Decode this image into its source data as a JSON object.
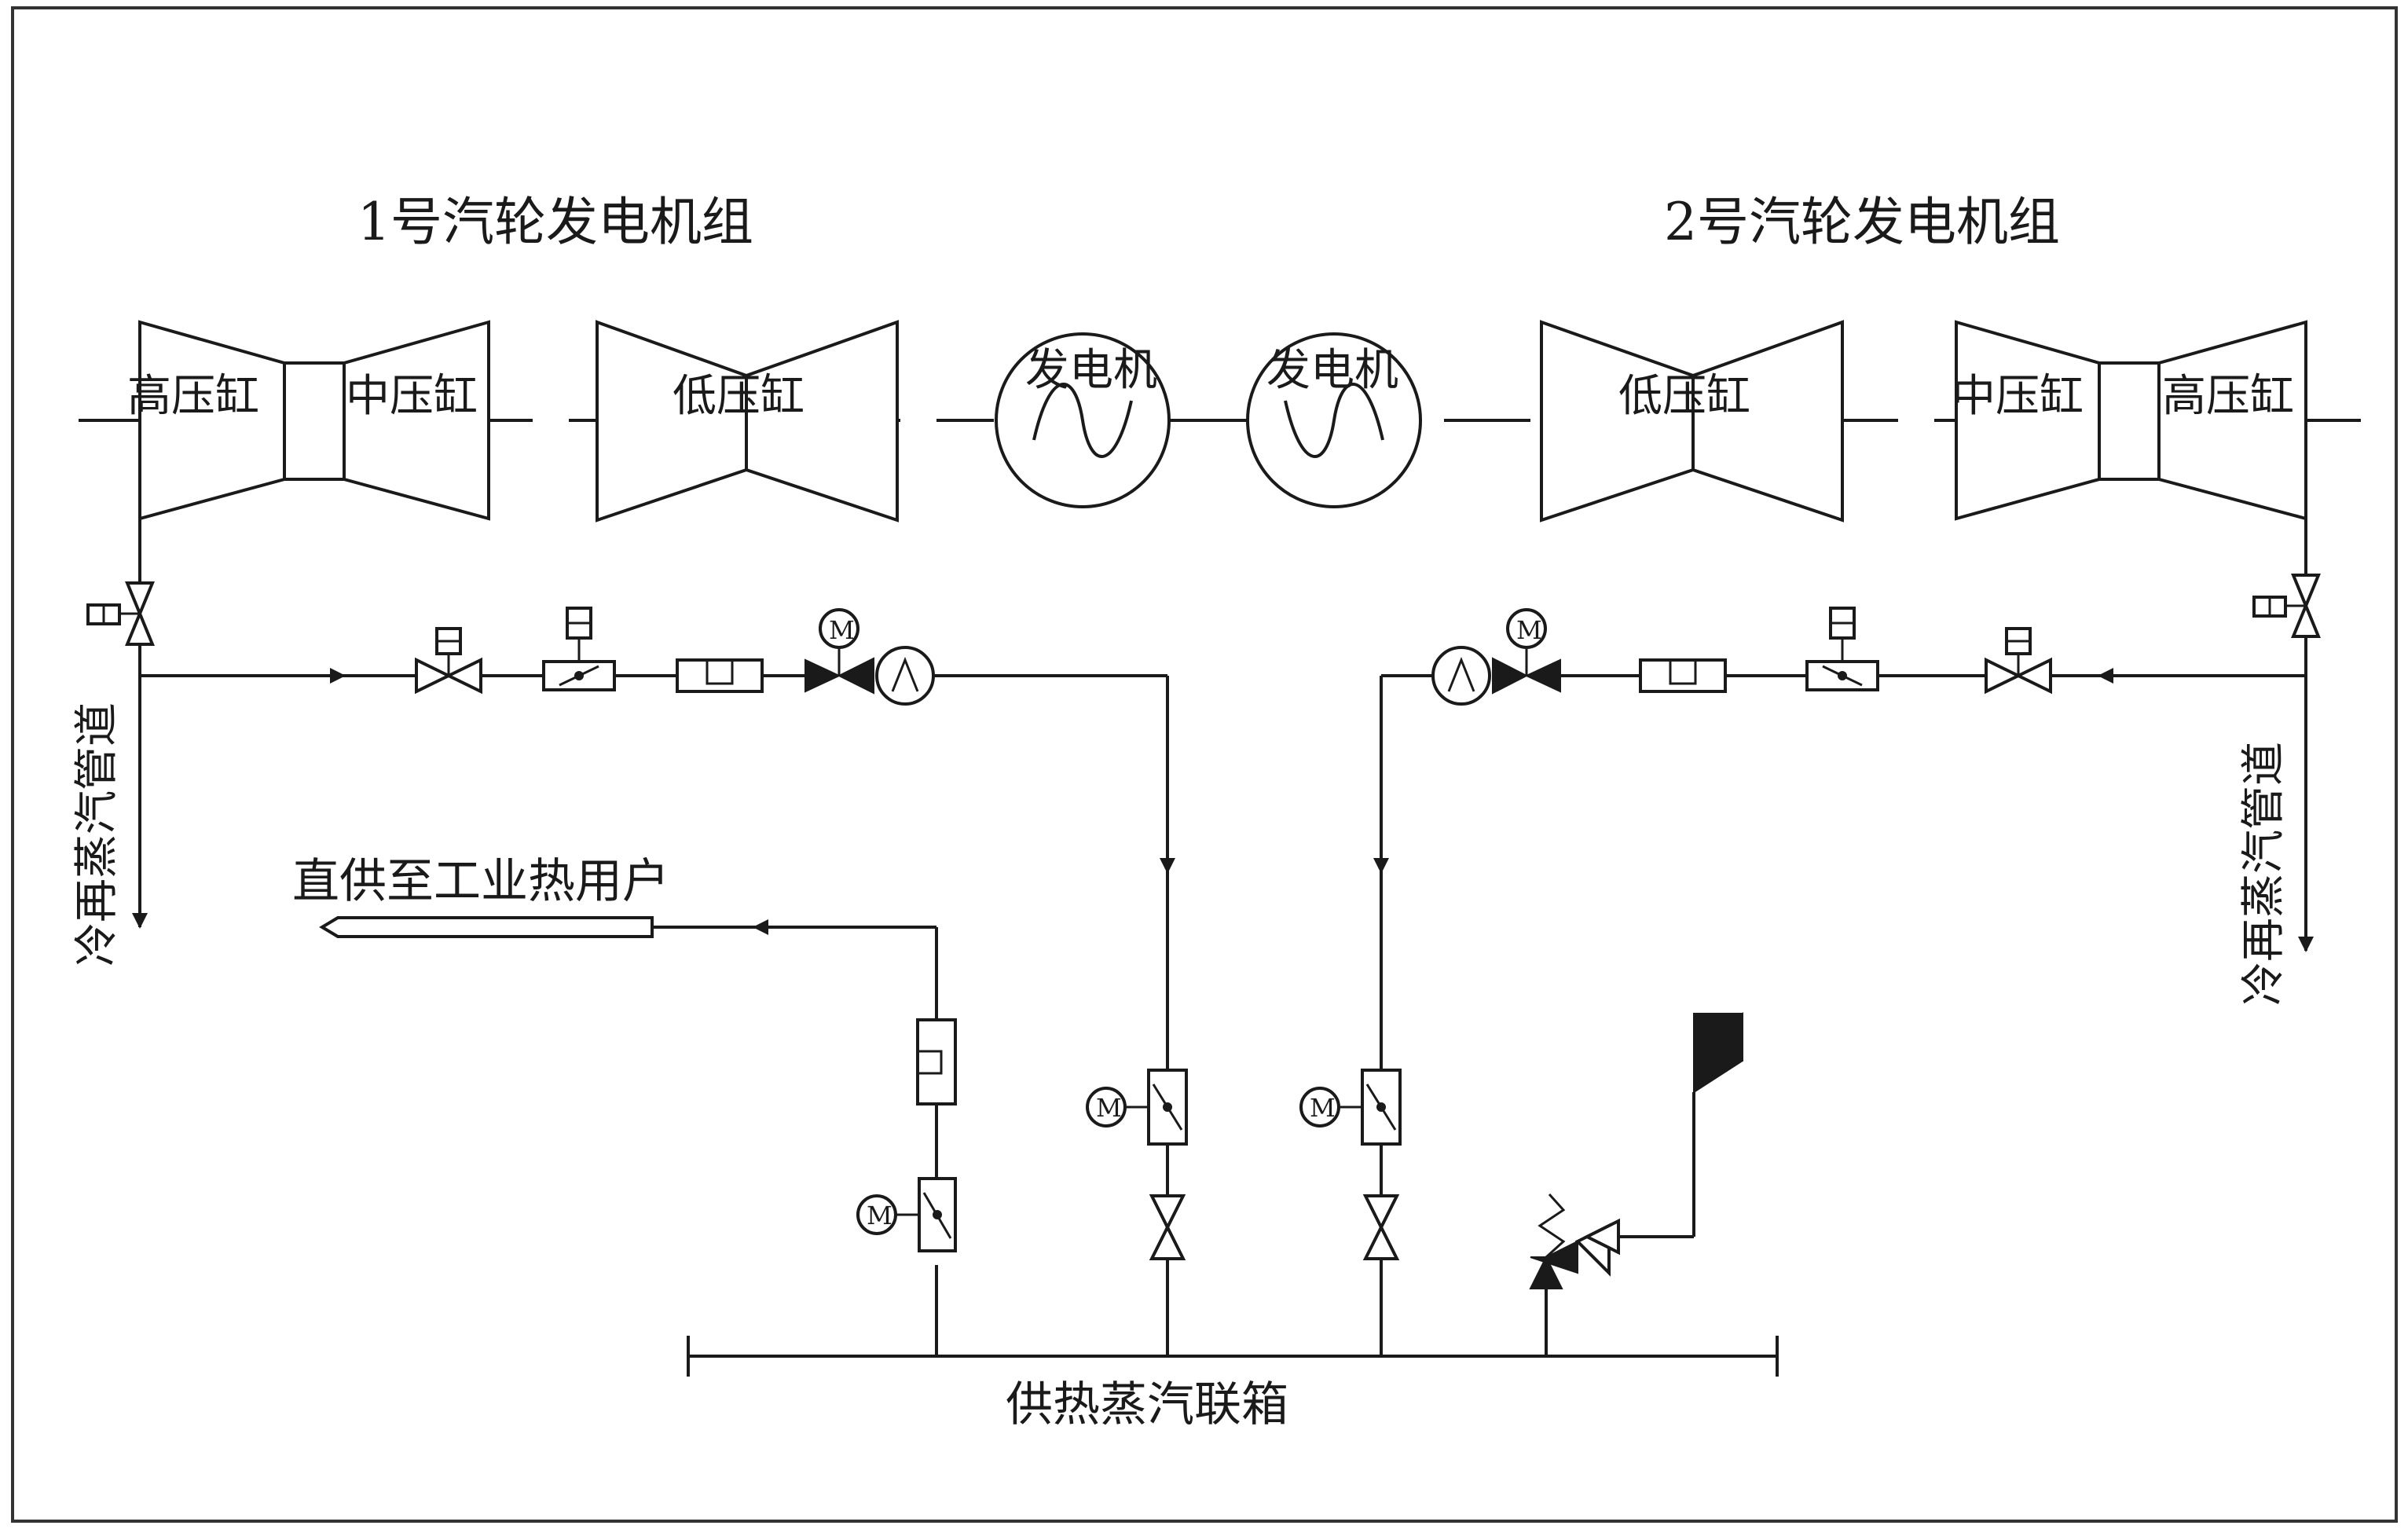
{
  "unit1": {
    "title": "1号汽轮发电机组",
    "hp": "高压缸",
    "ip": "中压缸",
    "lp": "低压缸",
    "gen": "发电机"
  },
  "unit2": {
    "title": "2号汽轮发电机组",
    "hp": "高压缸",
    "ip": "中压缸",
    "lp": "低压缸",
    "gen": "发电机"
  },
  "cold_reheat_left": "冷再蒸汽管道",
  "cold_reheat_right": "冷再蒸汽管道",
  "industrial_user": "直供至工业热用户",
  "header": "供热蒸汽联箱",
  "motor_symbol": "M",
  "colors": {
    "line": "#1a1a1a",
    "background": "#ffffff",
    "frame": "#333333"
  },
  "icons": [
    "check-valve-icon",
    "gate-valve-icon",
    "control-valve-icon",
    "motor-valve-icon",
    "flow-nozzle-icon",
    "desuperheater-icon",
    "safety-valve-icon",
    "silencer-icon",
    "flow-arrow-icon"
  ]
}
